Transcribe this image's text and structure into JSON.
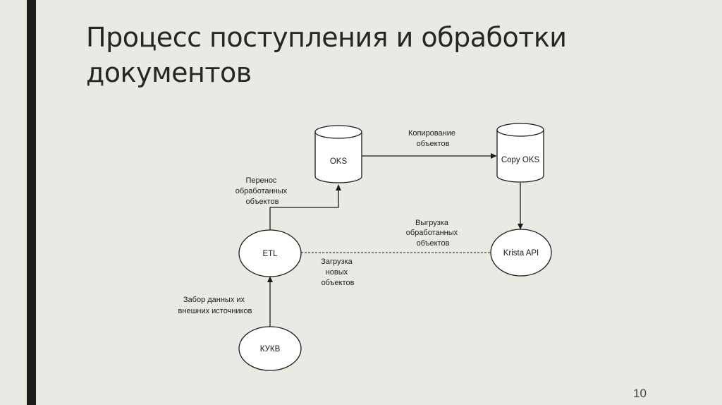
{
  "slide": {
    "title": "Процесс поступления и обработки документов",
    "page_number": "10"
  },
  "diagram": {
    "nodes": {
      "oks": {
        "label": "OKS",
        "shape": "database"
      },
      "copy_oks": {
        "label": "Copy OKS",
        "shape": "database"
      },
      "etl": {
        "label": "ETL",
        "shape": "ellipse"
      },
      "krista_api": {
        "label": "Krista API",
        "shape": "ellipse"
      },
      "kukv": {
        "label": "КУКВ",
        "shape": "ellipse"
      }
    },
    "edges": {
      "copy_objects": {
        "label": [
          "Копирование",
          "объектов"
        ],
        "from": "OKS",
        "to": "Copy OKS",
        "style": "solid-arrow"
      },
      "transfer_processed": {
        "label": [
          "Перенос",
          "обработанных",
          "объектов"
        ],
        "from": "ETL",
        "to": "OKS",
        "style": "solid-arrow"
      },
      "copy_to_krista": {
        "label": [],
        "from": "Copy OKS",
        "to": "Krista API",
        "style": "solid-arrow"
      },
      "unload_processed": {
        "label": [
          "Выгрузка",
          "обработанных",
          "объектов"
        ],
        "from": "Krista API",
        "to": "ETL",
        "style": "dashed"
      },
      "load_new": {
        "label": [
          "Загрузка",
          "новых",
          "объектов"
        ],
        "from": "Krista API",
        "to": "ETL",
        "style": "dashed"
      },
      "fetch_external": {
        "label": [
          "Забор данных их",
          "внешних источников"
        ],
        "from": "КУКВ",
        "to": "ETL",
        "style": "solid-arrow"
      }
    }
  }
}
